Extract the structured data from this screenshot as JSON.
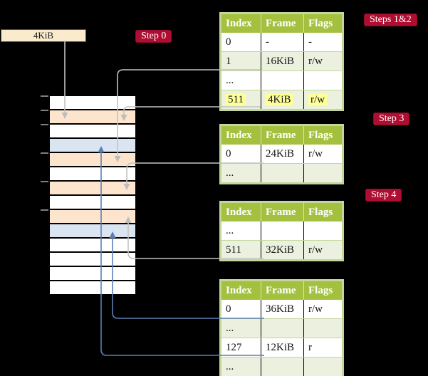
{
  "pdbr": {
    "label": "4KiB"
  },
  "badges": {
    "step0": "Step 0",
    "steps12": "Steps 1&2",
    "step3": "Step 3",
    "step4": "Step 4"
  },
  "tables": [
    {
      "id": "page-directory",
      "step_badge": "Steps 1&2",
      "headers": [
        "Index",
        "Frame",
        "Flags"
      ],
      "rows": [
        {
          "cells": [
            "0",
            "-",
            "-"
          ],
          "shade": false,
          "highlight": false
        },
        {
          "cells": [
            "1",
            "16KiB",
            "r/w"
          ],
          "shade": true,
          "highlight": false
        },
        {
          "cells": [
            "...",
            "",
            ""
          ],
          "shade": false,
          "highlight": false
        },
        {
          "cells": [
            "511",
            "4KiB",
            "r/w"
          ],
          "shade": true,
          "highlight": true
        }
      ]
    },
    {
      "id": "page-table-step3",
      "step_badge": "Step 3",
      "headers": [
        "Index",
        "Frame",
        "Flags"
      ],
      "rows": [
        {
          "cells": [
            "0",
            "24KiB",
            "r/w"
          ],
          "shade": false,
          "highlight": false
        },
        {
          "cells": [
            "...",
            "",
            ""
          ],
          "shade": true,
          "highlight": false
        }
      ]
    },
    {
      "id": "page-table-step4",
      "step_badge": "Step 4",
      "headers": [
        "Index",
        "Frame",
        "Flags"
      ],
      "rows": [
        {
          "cells": [
            "...",
            "",
            ""
          ],
          "shade": false,
          "highlight": false
        },
        {
          "cells": [
            "511",
            "32KiB",
            "r/w"
          ],
          "shade": true,
          "highlight": false
        }
      ]
    },
    {
      "id": "page-table-final",
      "step_badge": "",
      "headers": [
        "Index",
        "Frame",
        "Flags"
      ],
      "rows": [
        {
          "cells": [
            "0",
            "36KiB",
            "r/w"
          ],
          "shade": false,
          "highlight": false
        },
        {
          "cells": [
            "...",
            "",
            ""
          ],
          "shade": true,
          "highlight": false
        },
        {
          "cells": [
            "127",
            "12KiB",
            "r"
          ],
          "shade": false,
          "highlight": false
        },
        {
          "cells": [
            "...",
            "",
            ""
          ],
          "shade": true,
          "highlight": false
        }
      ]
    }
  ],
  "memory": {
    "rows": [
      "free",
      "pagetable",
      "free",
      "data",
      "pagetable",
      "free",
      "pagetable",
      "free",
      "pagetable",
      "data",
      "free",
      "free",
      "free",
      "free"
    ],
    "tick_boundaries": [
      0,
      1,
      2,
      4,
      6,
      8
    ]
  },
  "connectors": [
    {
      "from": "pdbr-4KiB-box",
      "to": "memory-frame-4KiB",
      "color": "gray"
    },
    {
      "from": "page-directory-row-1",
      "to": "memory-frame-16KiB",
      "color": "gray"
    },
    {
      "from": "page-directory-row-511",
      "to": "memory-frame-4KiB",
      "color": "gray"
    },
    {
      "from": "page-table-step3-row-0",
      "to": "memory-frame-24KiB",
      "color": "gray"
    },
    {
      "from": "page-table-step4-row-511",
      "to": "memory-frame-32KiB",
      "color": "gray"
    },
    {
      "from": "page-table-final-row-0",
      "to": "memory-frame-36KiB",
      "color": "blue"
    },
    {
      "from": "page-table-final-row-127",
      "to": "memory-frame-12KiB",
      "color": "blue"
    }
  ],
  "colors": {
    "background": "#000000",
    "table_header_green": "#A3C13E",
    "table_border_green": "#C3D69B",
    "table_row_shade_green": "#EBF1DE",
    "badge_red": "#B00D32",
    "frame_pagetable_peach": "#FDE5CD",
    "frame_data_blue": "#DBE5F1",
    "pdbr_box_cream": "#FBEBCD",
    "highlight_yellow": "#FFFF99",
    "gray_arrow": "#C2C2C2",
    "blue_arrow": "#5B7FB5"
  }
}
